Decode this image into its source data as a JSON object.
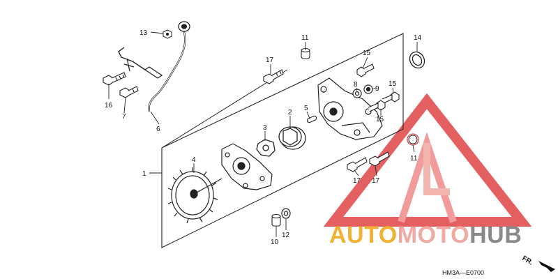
{
  "diagram": {
    "part_numbers": {
      "p1": "1",
      "p2": "2",
      "p3": "3",
      "p4": "4",
      "p5": "5",
      "p6": "6",
      "p7": "7",
      "p8": "8",
      "p9": "9",
      "p10": "10",
      "p11a": "11",
      "p11b": "11",
      "p12": "12",
      "p13": "13",
      "p14": "14",
      "p15a": "15",
      "p15b": "15",
      "p15c": "15",
      "p16": "16",
      "p17a": "17",
      "p17b": "17",
      "p17c": "17"
    },
    "diagram_code": "HM3A—E0700",
    "front_arrow_label": "FR."
  },
  "watermark": {
    "brand_parts": [
      "AUTO",
      "MOTO",
      "HUB"
    ],
    "colors": {
      "auto": "#f1b233",
      "moto": "#f0a9a3",
      "hub": "#8a8a8a",
      "triangle": "#e04545"
    }
  }
}
